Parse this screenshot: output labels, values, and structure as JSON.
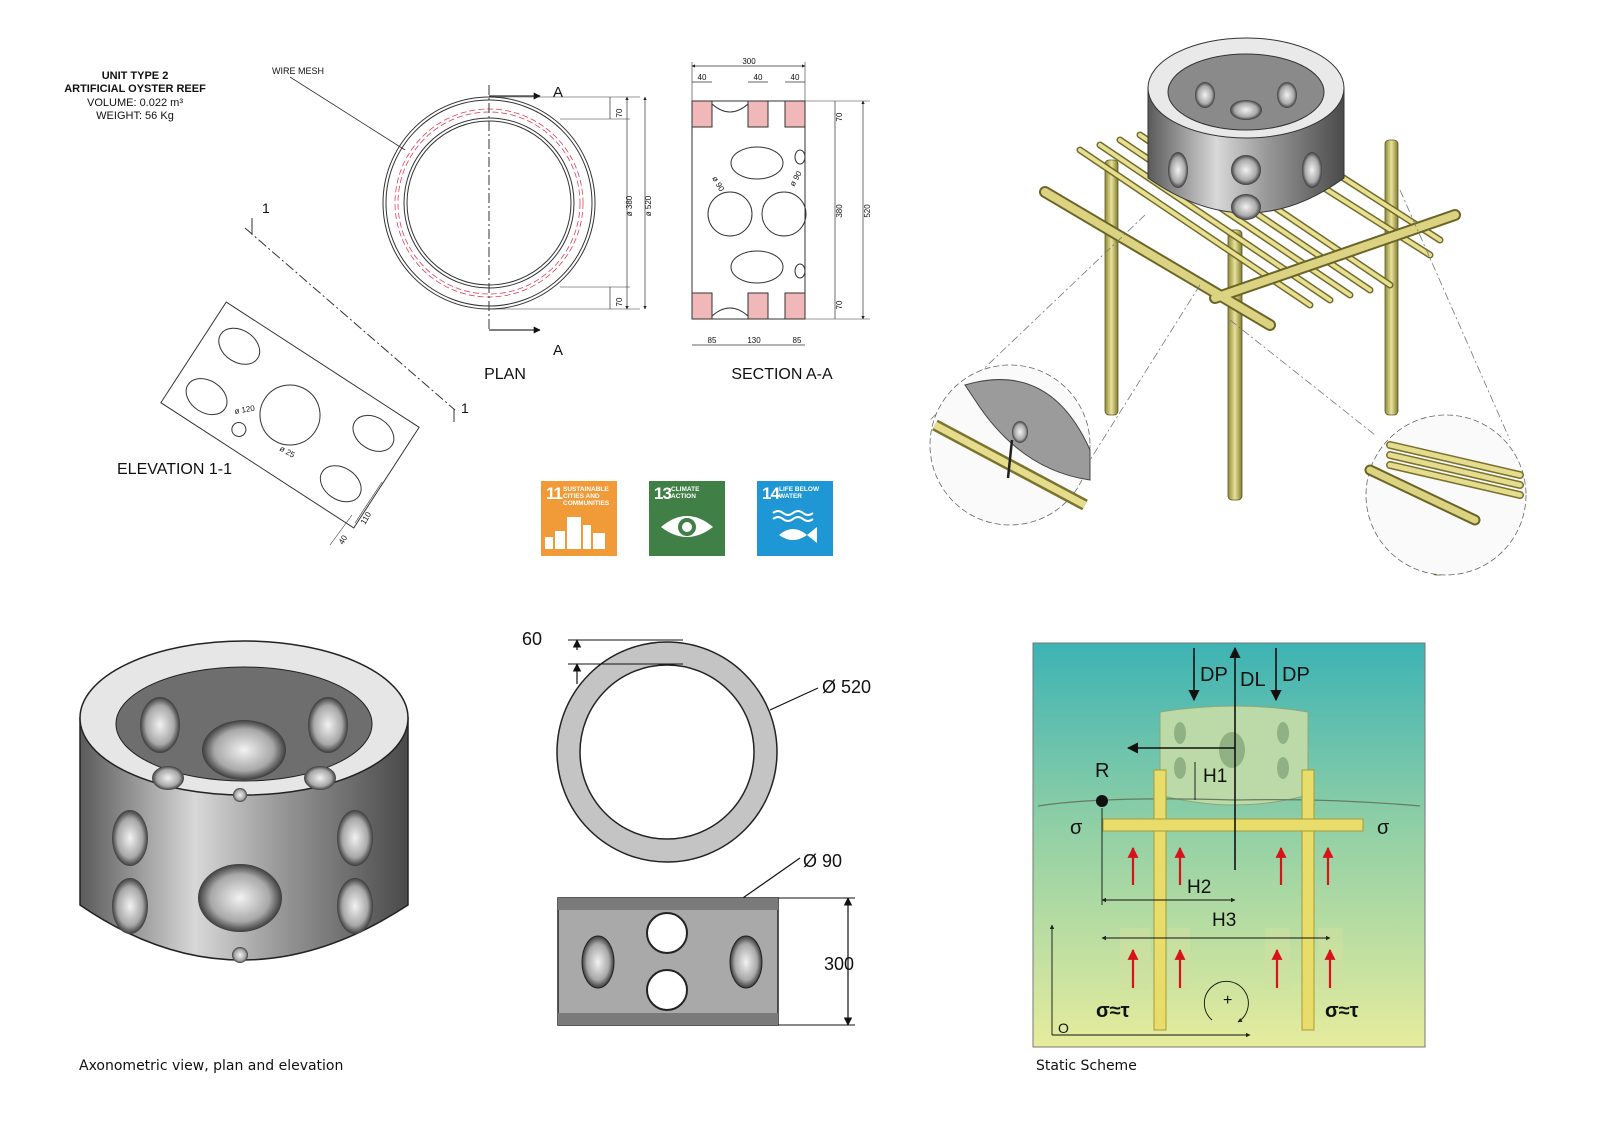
{
  "unit_info": {
    "title_line1": "UNIT TYPE 2",
    "title_line2": "ARTIFICIAL OYSTER REEF",
    "volume": "VOLUME: 0.022 m³",
    "weight": "WEIGHT: 56 Kg"
  },
  "drawing_labels": {
    "wire_mesh": "WIRE MESH",
    "plan": "PLAN",
    "section": "SECTION A-A",
    "elevation": "ELEVATION 1-1",
    "section_mark": "A",
    "elevation_mark": "1"
  },
  "dimensions": {
    "plan_d_inner": "ø 380",
    "plan_d_outer": "ø 520",
    "plan_top": "70",
    "plan_bottom": "70",
    "sec_width": "300",
    "sec_top_a": "40",
    "sec_top_b": "40",
    "sec_top_c": "40",
    "sec_bot_a": "85",
    "sec_bot_b": "130",
    "sec_bot_c": "85",
    "sec_h1": "70",
    "sec_h2": "380",
    "sec_h3": "70",
    "sec_h_total": "520",
    "sec_hole_l": "ø 90",
    "sec_hole_r": "ø 90",
    "elev_hole_big": "ø 120",
    "elev_hole_small": "ø 25",
    "elev_dim_a": "40",
    "elev_dim_b": "110"
  },
  "sdg": [
    {
      "number": "11",
      "text": "SUSTAINABLE CITIES AND COMMUNITIES",
      "color": "#f19a38"
    },
    {
      "number": "13",
      "text": "CLIMATE ACTION",
      "color": "#407f46"
    },
    {
      "number": "14",
      "text": "LIFE BELOW WATER",
      "color": "#1f97d4"
    }
  ],
  "render_labels": {
    "top_ring": "60",
    "outer_d": "Ø 520",
    "hole_d": "Ø 90",
    "height": "300"
  },
  "static_scheme": {
    "dp_left": "DP",
    "dl": "DL",
    "dp_right": "DP",
    "r": "R",
    "h1": "H1",
    "h2": "H2",
    "h3": "H3",
    "sigma_left": "σ",
    "sigma_right": "σ",
    "sigma_tau_left": "σ≈τ",
    "sigma_tau_right": "σ≈τ",
    "plus": "+",
    "origin": "O"
  },
  "captions": {
    "left": "Axonometric view, plan and elevation",
    "right": "Static Scheme"
  },
  "colors": {
    "water_top": "#3fb5b3",
    "water_bottom": "#e3eb9e",
    "bamboo": "#e6dc6e",
    "arrow_red": "#d7131a"
  }
}
